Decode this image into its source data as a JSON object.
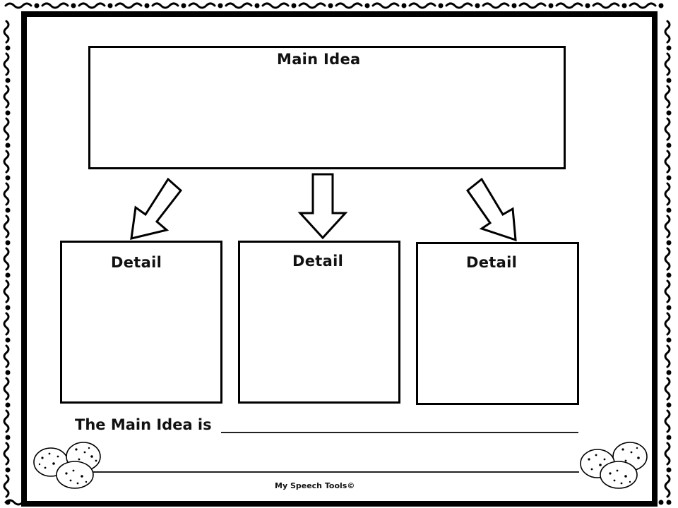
{
  "worksheet": {
    "main_box_label": "Main Idea",
    "detail_labels": [
      "Detail",
      "Detail",
      "Detail"
    ],
    "sentence_prompt": "The Main Idea is",
    "credit": "My Speech Tools©"
  },
  "colors": {
    "ink": "#000000",
    "paper": "#ffffff"
  },
  "icons": {
    "border": "squiggle-dot-border",
    "arrows": "outline-arrow-icon",
    "decoration": "chocolate-chip-cookie-icon"
  }
}
